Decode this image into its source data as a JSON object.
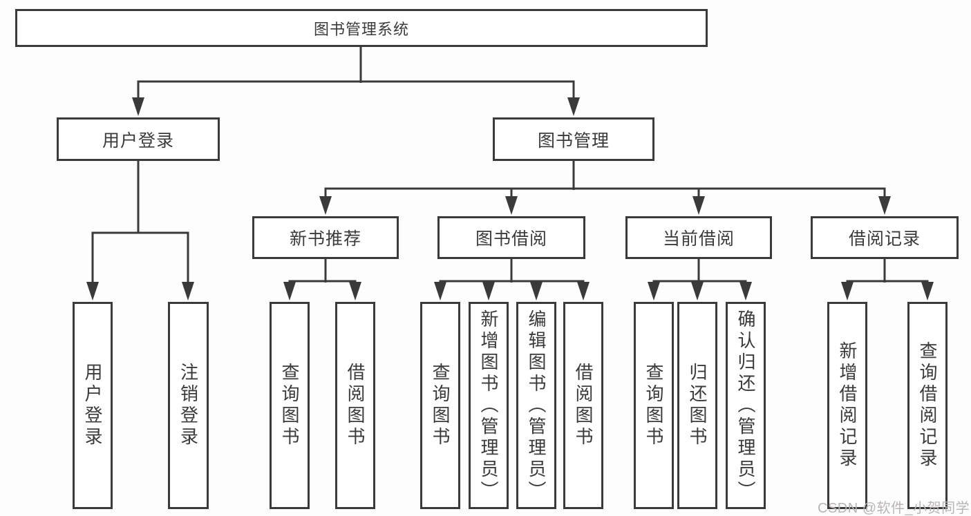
{
  "tree": {
    "label": "图书管理系统",
    "children": [
      {
        "label": "用户登录",
        "children": [
          {
            "label": "用户登录"
          },
          {
            "label": "注销登录"
          }
        ]
      },
      {
        "label": "图书管理",
        "children": [
          {
            "label": "新书推荐",
            "children": [
              {
                "label": "查询图书"
              },
              {
                "label": "借阅图书"
              }
            ]
          },
          {
            "label": "图书借阅",
            "children": [
              {
                "label": "查询图书"
              },
              {
                "label": "新增图书（管理员）"
              },
              {
                "label": "编辑图书（管理员）"
              },
              {
                "label": "借阅图书"
              }
            ]
          },
          {
            "label": "当前借阅",
            "children": [
              {
                "label": "查询图书"
              },
              {
                "label": "归还图书"
              },
              {
                "label": "确认归还（管理员）"
              }
            ]
          },
          {
            "label": "借阅记录",
            "children": [
              {
                "label": "新增借阅记录"
              },
              {
                "label": "查询借阅记录"
              }
            ]
          }
        ]
      }
    ]
  },
  "watermark": {
    "text": "CSDN @软件_小贺同学"
  },
  "colors": {
    "line": "#3a3a3a",
    "box_border": "#3a3a3a",
    "box_fill": "#ffffff",
    "text": "#3a3a3a",
    "watermark": "#b9b5b5"
  }
}
